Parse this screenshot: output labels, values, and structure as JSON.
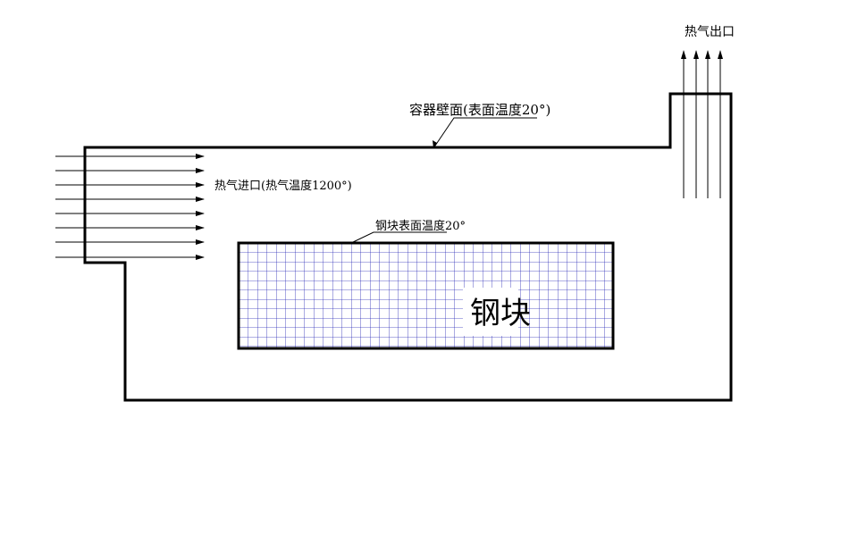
{
  "labels": {
    "hot_gas_outlet": "热气出口",
    "container_wall": "容器壁面(表面温度20°)",
    "hot_gas_inlet": "热气进口(热气温度1200°)",
    "steel_surface": "钢块表面温度20°",
    "steel_block": "钢块"
  },
  "colors": {
    "outline": "#000000",
    "grid": "#2b2bb8",
    "background": "#ffffff"
  }
}
